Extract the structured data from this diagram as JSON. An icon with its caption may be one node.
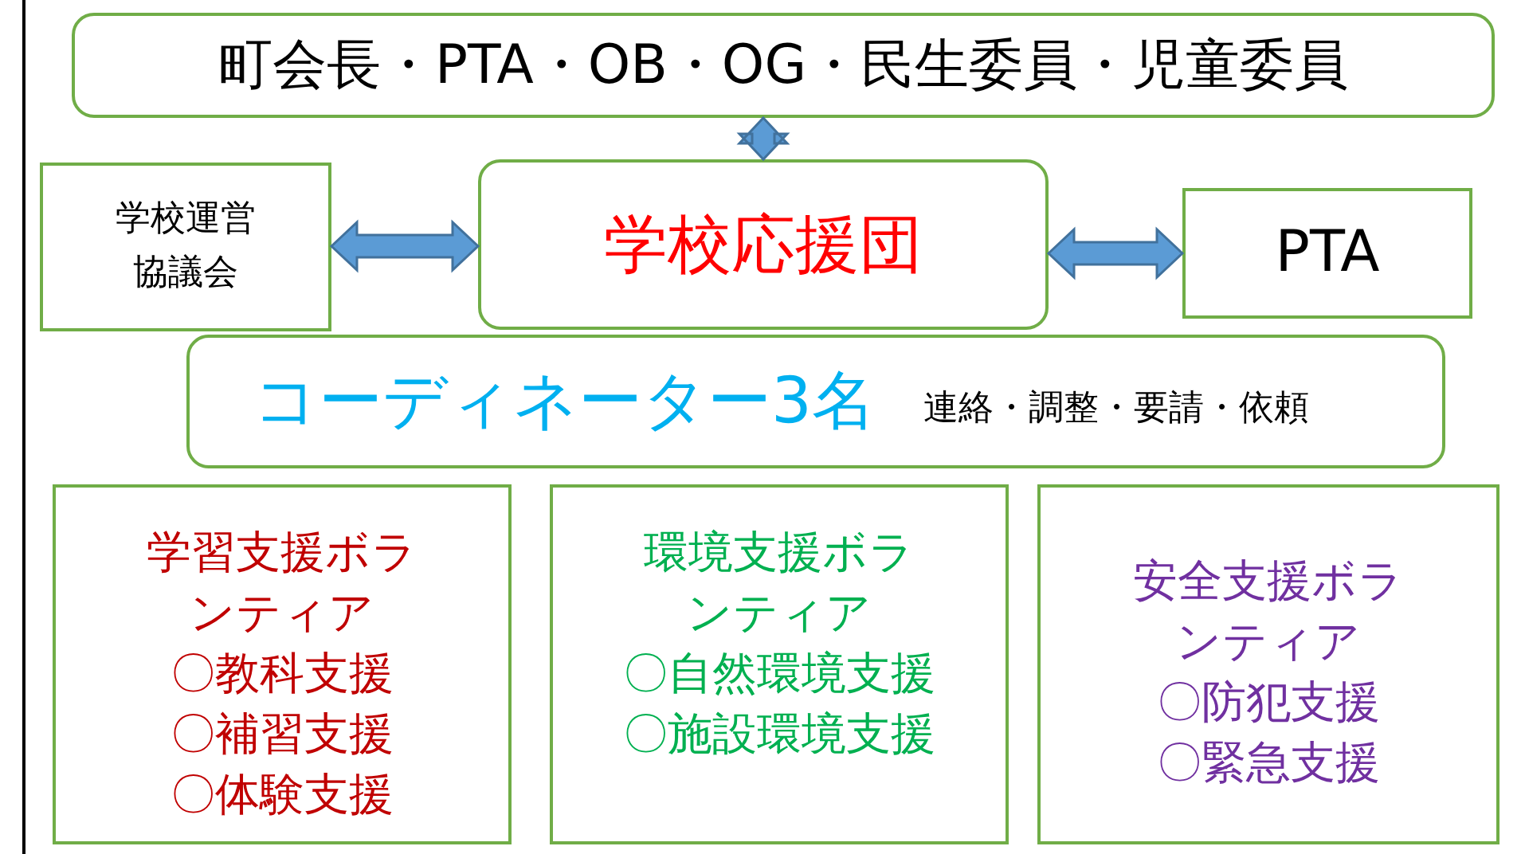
{
  "diagram": {
    "nodes": [
      {
        "text": [
          "町会長・PTA・OB・OG・民生委員・児童委員"
        ]
      },
      {
        "text": [
          "学校運営協議会"
        ]
      },
      {
        "text": [
          "学校応援団"
        ]
      },
      {
        "text": [
          "PTA"
        ]
      },
      {
        "text": [
          "コーディネーター3名",
          "連絡・調整・要請・依頼"
        ]
      },
      {
        "text": [
          "学習支援ボランティア",
          "〇教科支援",
          "〇補習支援",
          "〇体験支援"
        ]
      },
      {
        "text": [
          "環境支援ボランティア",
          "〇自然環境支援",
          "〇施設環境支援"
        ]
      },
      {
        "text": [
          "安全支援ボランティア",
          "〇防犯支援",
          "〇緊急支援"
        ]
      }
    ],
    "edges": [
      {
        "from": 0,
        "to": 2,
        "arrow": "both"
      },
      {
        "from": 1,
        "to": 2,
        "arrow": "both"
      },
      {
        "from": 2,
        "to": 3,
        "arrow": "both"
      }
    ]
  }
}
